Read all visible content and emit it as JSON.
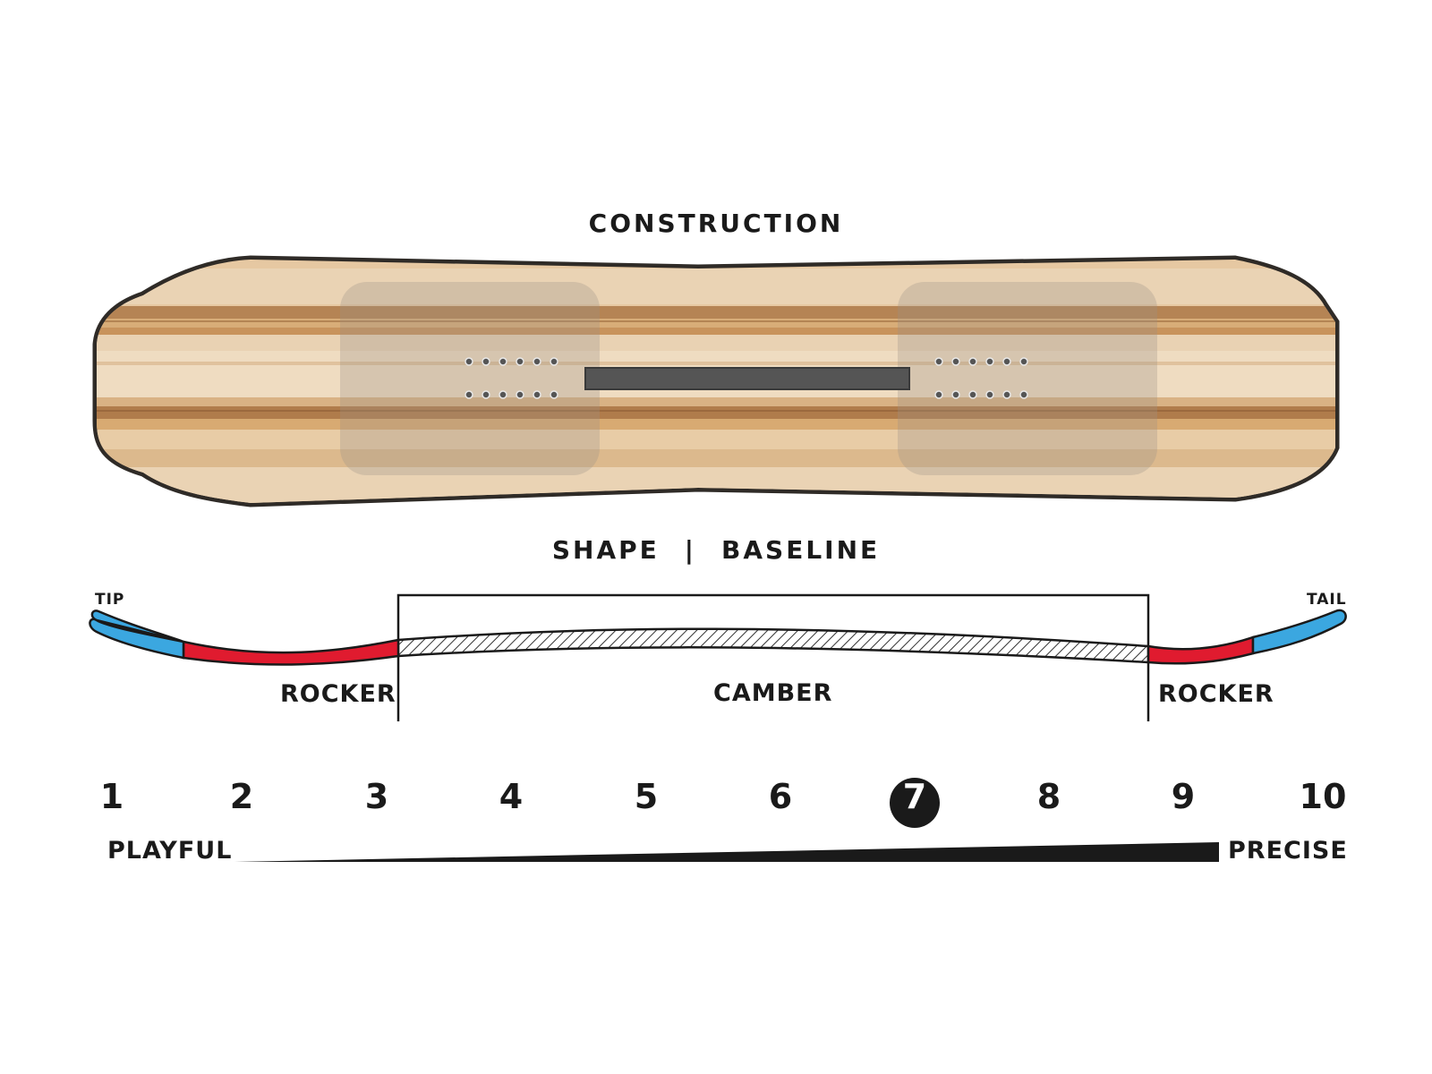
{
  "construction": {
    "title": "CONSTRUCTION"
  },
  "shape": {
    "title_left": "SHAPE",
    "separator": "|",
    "title_right": "BASELINE"
  },
  "profile": {
    "tip_label": "TIP",
    "tail_label": "TAIL",
    "left_zone_label": "ROCKER",
    "center_zone_label": "CAMBER",
    "right_zone_label": "ROCKER",
    "colors": {
      "rocker": "#e01b2f",
      "tip_tail": "#3ba7e0",
      "camber_hatch": "#333333"
    }
  },
  "scale": {
    "numbers": [
      "1",
      "2",
      "3",
      "4",
      "5",
      "6",
      "7",
      "8",
      "9",
      "10"
    ],
    "selected_value": 7,
    "left_label": "PLAYFUL",
    "right_label": "PRECISE"
  },
  "colors": {
    "wood": "#e3c49e",
    "edge": "#4a4540",
    "insert_pad": "#c2b8ad",
    "channel": "#555555"
  }
}
